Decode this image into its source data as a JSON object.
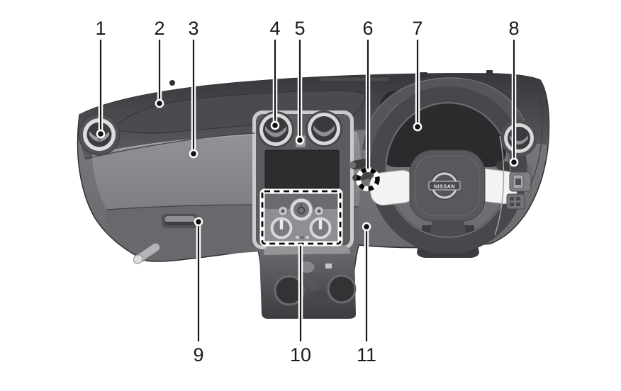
{
  "figure": {
    "kind": "instrument-panel-overview-diagram",
    "background_color": "#ffffff",
    "outline_color": "#1a1a1b"
  },
  "palette": {
    "dash_dark": "#44454a",
    "dash_mid": "#7b7c7f",
    "dash_light": "#8a8b8e",
    "screen_black": "#2c2d2f",
    "trim_silver": "#d8d9db",
    "spoke_white": "#f3f3f4"
  },
  "steering_wheel": {
    "badge_text": "NISSAN"
  },
  "callouts": [
    {
      "label": "1"
    },
    {
      "label": "2"
    },
    {
      "label": "3"
    },
    {
      "label": "4"
    },
    {
      "label": "5"
    },
    {
      "label": "6"
    },
    {
      "label": "7"
    },
    {
      "label": "8"
    },
    {
      "label": "9"
    },
    {
      "label": "10"
    },
    {
      "label": "11"
    }
  ]
}
